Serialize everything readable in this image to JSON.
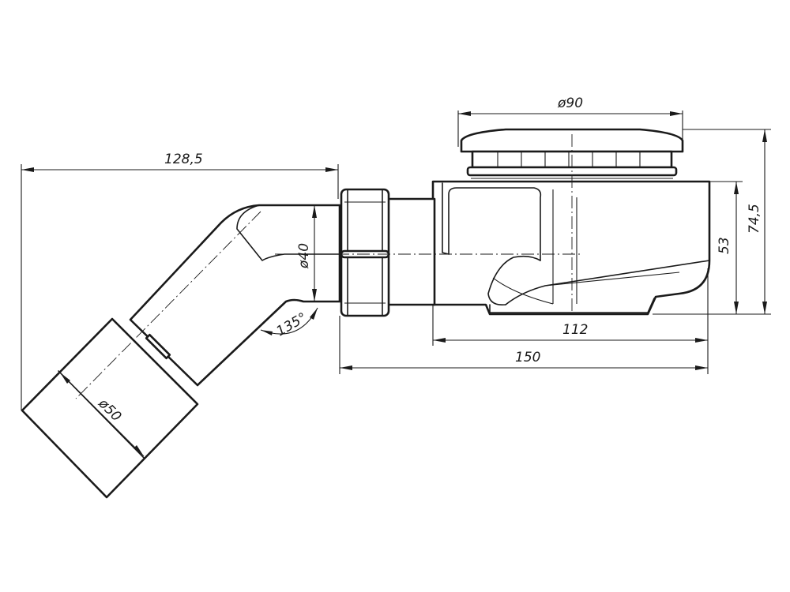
{
  "dimensions": {
    "cap_diameter": "ø90",
    "total_length_left": "128,5",
    "total_height": "74,5",
    "body_height": "53",
    "body_length": "112",
    "overall_length": "150",
    "pipe_diameter": "ø40",
    "outlet_diameter": "ø50",
    "angle": "135°"
  }
}
